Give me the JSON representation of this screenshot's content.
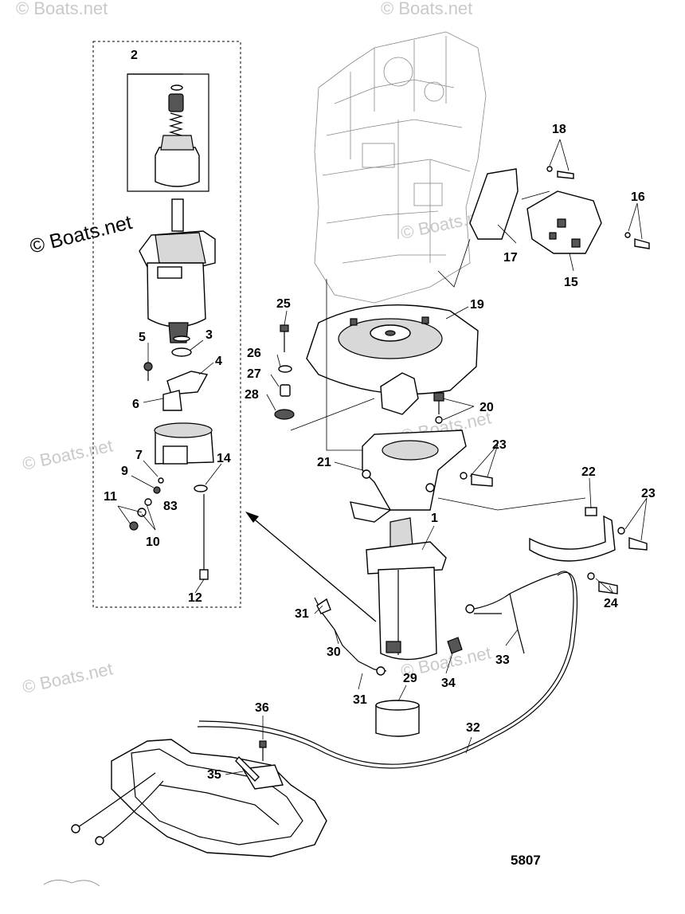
{
  "watermarks": {
    "main": "© Boats.net",
    "faint": "© Boats.net"
  },
  "figure_number": "5807",
  "callouts": [
    "1",
    "2",
    "3",
    "4",
    "5",
    "6",
    "7",
    "83",
    "9",
    "10",
    "11",
    "12",
    "14",
    "15",
    "16",
    "17",
    "18",
    "19",
    "20",
    "21",
    "22",
    "23",
    "23",
    "24",
    "25",
    "26",
    "27",
    "28",
    "29",
    "30",
    "31",
    "31",
    "32",
    "33",
    "34",
    "35",
    "36"
  ]
}
